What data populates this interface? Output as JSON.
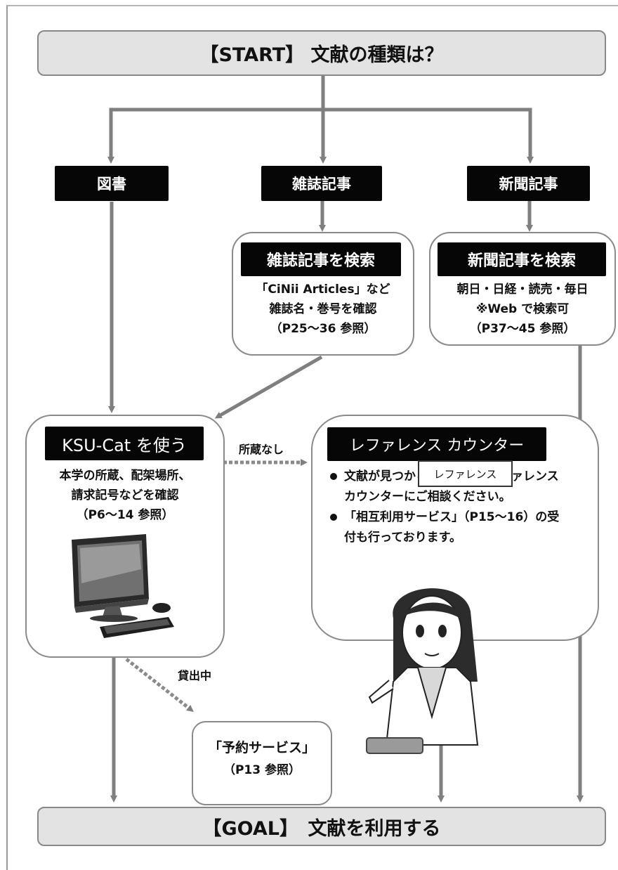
{
  "start": "【START】 文献の種類は？",
  "goal": "【GOAL】　文献を利用する",
  "categories": {
    "book": "図書",
    "magazine": "雑誌記事",
    "newspaper": "新聞記事"
  },
  "magazine_search": {
    "title": "雑誌記事を検索",
    "lines": [
      "「CiNii Articles」など",
      "雑誌名・巻号を確認",
      "（P25～36 参照）"
    ]
  },
  "newspaper_search": {
    "title": "新聞記事を検索",
    "lines": [
      "朝日・日経・読売・毎日",
      "※Web で検索可",
      "（P37～45 参照）"
    ]
  },
  "ksucat": {
    "title": "KSU-Cat を使う",
    "lines": [
      "本学の所蔵、配架場所、",
      "請求記号などを確認",
      "（P6～14 参照）"
    ]
  },
  "reference": {
    "title": "レファレンス カウンター",
    "bullets": [
      "文献が見つからないときはレファレンスカウンターにご相談ください。",
      "「相互利用サービス」（P15～16）の受付も行っております。"
    ],
    "desk_sign": "レファレンス"
  },
  "edge_labels": {
    "not_held": "所蔵なし",
    "on_loan": "貸出中"
  },
  "reservation": {
    "lines": [
      "「予約サービス」",
      "（P13 参照）"
    ]
  },
  "colors": {
    "connector": "#7f7f7f",
    "bar_fill": "#e3e3e3",
    "label_fill": "#060606"
  }
}
